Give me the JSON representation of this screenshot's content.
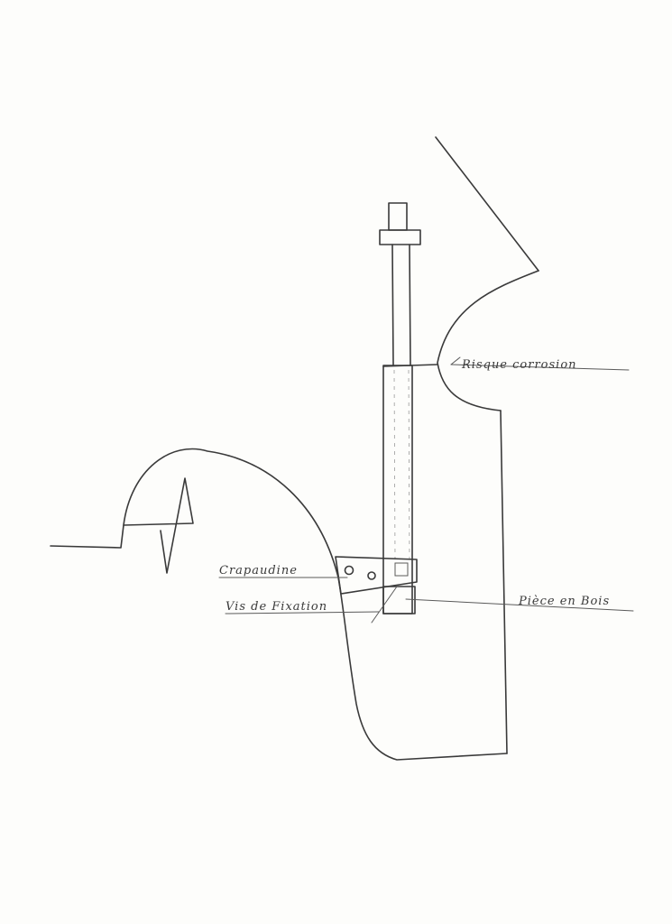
{
  "labels": {
    "risque_corrosion": "Risque corrosion",
    "crapaudine": "Crapaudine",
    "vis_de_fixation": "Vis de Fixation",
    "piece_en_bois": "Pièce en Bois"
  },
  "colors": {
    "ink": "#3a3a3a",
    "paper": "#fdfdfb"
  }
}
